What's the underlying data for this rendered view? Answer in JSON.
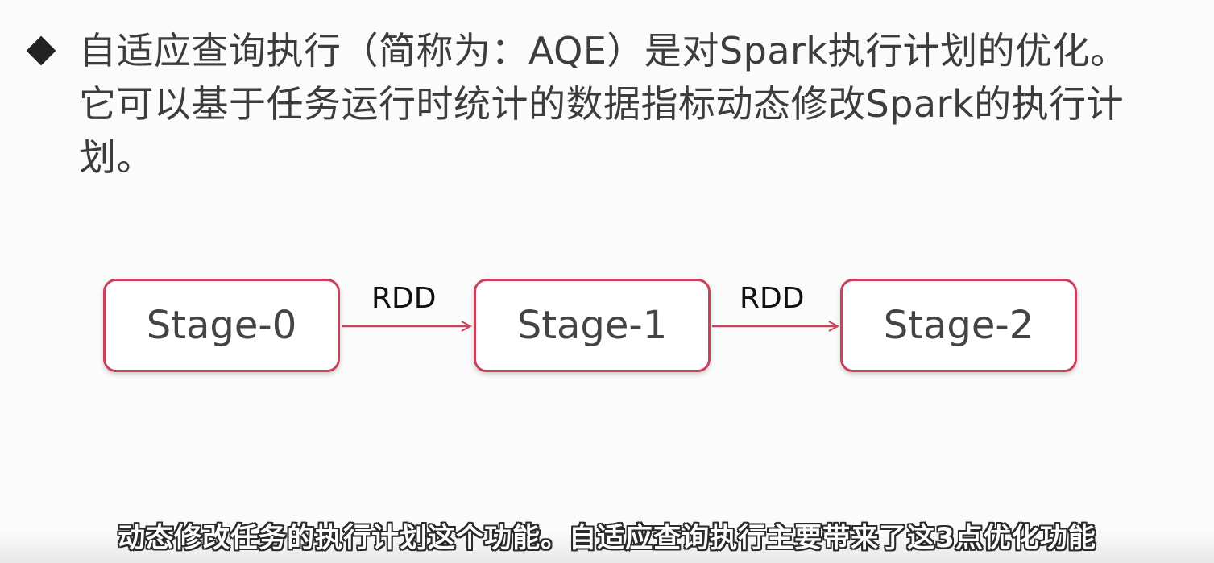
{
  "slide": {
    "bullet_text": "自适应查询执行（简称为：AQE）是对Spark执行计划的优化。它可以基于任务运行时统计的数据指标动态修改Spark的执行计划。"
  },
  "diagram": {
    "stages": [
      {
        "label": "Stage-0"
      },
      {
        "label": "Stage-1"
      },
      {
        "label": "Stage-2"
      }
    ],
    "edges": [
      {
        "from": "Stage-0",
        "to": "Stage-1",
        "label": "RDD"
      },
      {
        "from": "Stage-1",
        "to": "Stage-2",
        "label": "RDD"
      }
    ],
    "border_color": "#c8425a"
  },
  "subtitle": {
    "text": "动态修改任务的执行计划这个功能。自适应查询执行主要带来了这3点优化功能"
  }
}
